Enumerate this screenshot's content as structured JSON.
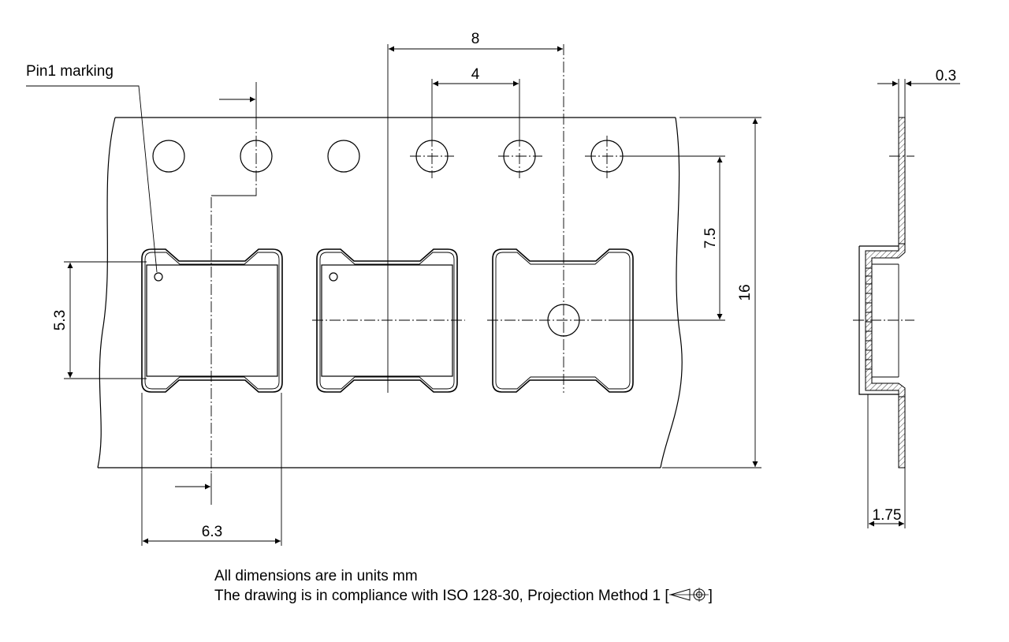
{
  "labels": {
    "pin1": "Pin1 marking"
  },
  "dimensions": {
    "pitch": "8",
    "hole_pitch": "4",
    "thickness": "0.3",
    "sprocket_to_center": "7.5",
    "tape_width": "16",
    "pocket_length": "5.3",
    "pocket_width": "6.3",
    "cavity_depth": "1.75"
  },
  "notes": {
    "units": "All dimensions are in units mm",
    "compliance_prefix": "The drawing is in compliance with ISO 128-30, Projection Method 1 [",
    "compliance_suffix": "]"
  }
}
